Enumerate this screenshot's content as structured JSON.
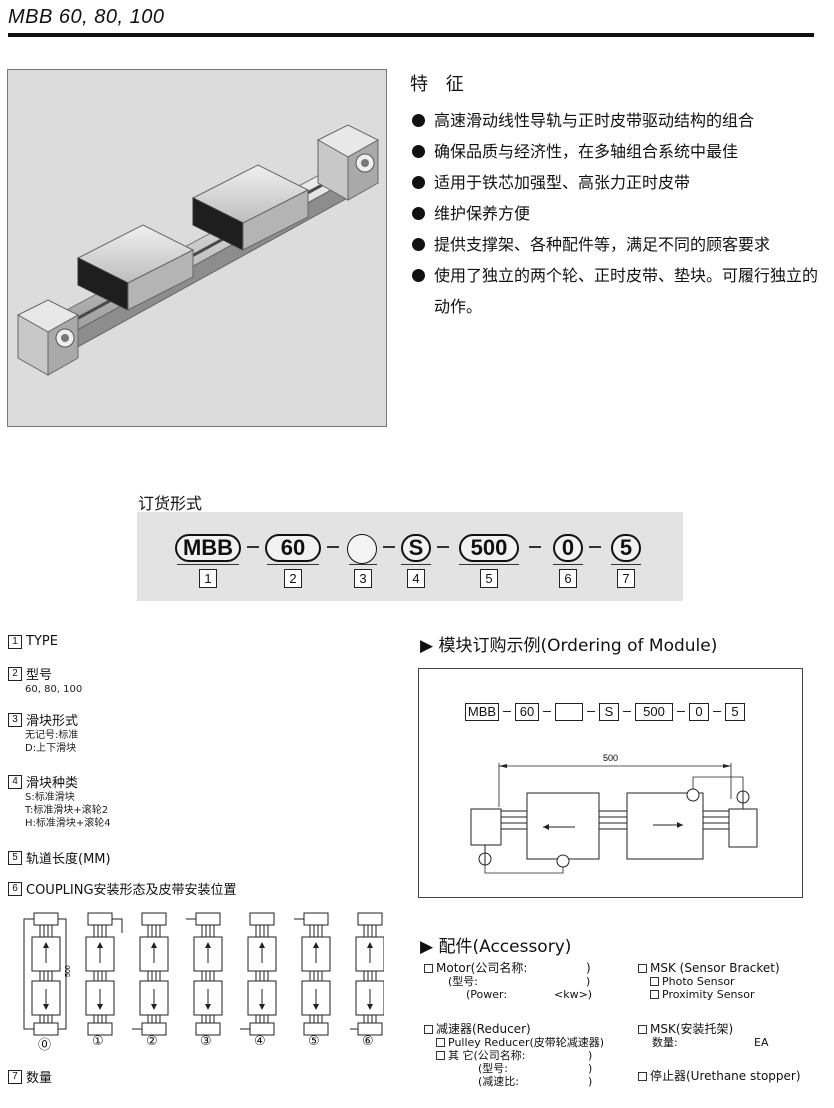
{
  "header": {
    "title": "MBB 60, 80, 100"
  },
  "features": {
    "title": "特 征",
    "items": [
      "高速滑动线性导轨与正时皮带驱动结构的组合",
      "确保品质与经济性，在多轴组合系统中最佳",
      "适用于铁芯加强型、高张力正时皮带",
      "维护保养方便",
      "提供支撑架、各种配件等，满足不同的顾客要求",
      "使用了独立的两个轮、正时皮带、垫块。可履行独立的动作。"
    ]
  },
  "ordering": {
    "title": "订货形式",
    "code": [
      "MBB",
      "60",
      "",
      "S",
      "500",
      "0",
      "5"
    ],
    "numbers": [
      "1",
      "2",
      "3",
      "4",
      "5",
      "6",
      "7"
    ]
  },
  "specs": {
    "s1": {
      "num": "1",
      "label": "TYPE"
    },
    "s2": {
      "num": "2",
      "label": "型号",
      "sub": "60, 80, 100"
    },
    "s3": {
      "num": "3",
      "label": "滑块形式",
      "sub1": "无记号:标准",
      "sub2": "D:上下滑块"
    },
    "s4": {
      "num": "4",
      "label": "滑块种类",
      "sub1": "S:标准滑块",
      "sub2": "T:标准滑块+滚轮2",
      "sub3": "H:标准滑块+滚轮4"
    },
    "s5": {
      "num": "5",
      "label": "轨道长度(MM)"
    },
    "s6": {
      "num": "6",
      "label": "COUPLING安装形态及皮带安装位置"
    },
    "s7": {
      "num": "7",
      "label": "数量"
    }
  },
  "coupling": {
    "dim_label": "500",
    "labels": [
      "⓪",
      "①",
      "②",
      "③",
      "④",
      "⑤",
      "⑥"
    ]
  },
  "module": {
    "title": "▶ 模块订购示例(Ordering of Module)",
    "code": [
      "MBB",
      "60",
      "",
      "S",
      "500",
      "0",
      "5"
    ],
    "dim_label": "500"
  },
  "accessory": {
    "title": "▶ 配件(Accessory)",
    "motor": {
      "label": "Motor(公司名称:",
      "close": ")",
      "model": "(型号:",
      "model_close": ")",
      "power": "(Power:",
      "power_unit": "<kw>)"
    },
    "reducer": {
      "label": "减速器(Reducer)",
      "pulley": "Pulley Reducer(皮带轮减速器)",
      "other": "其 它(公司名称:",
      "other_close": ")",
      "model": "(型号:",
      "model_close": ")",
      "ratio": "(减速比:",
      "ratio_close": ")"
    },
    "msk_sensor": {
      "label": "MSK (Sensor Bracket)",
      "photo": "Photo Sensor",
      "proximity": "Proximity Sensor"
    },
    "msk_bracket": {
      "label": "MSK(安装托架)",
      "qty": "数量:",
      "unit": "EA"
    },
    "stopper": {
      "label": "停止器(Urethane stopper)"
    }
  }
}
